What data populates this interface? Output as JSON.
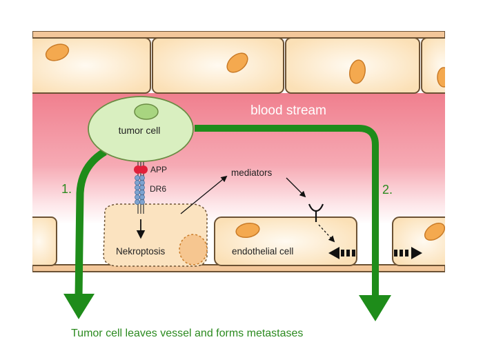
{
  "labels": {
    "blood_stream": "blood stream",
    "tumor_cell": "tumor cell",
    "app": "APP",
    "dr6": "DR6",
    "mediators": "mediators",
    "nekroptosis": "Nekroptosis",
    "endothelial_cell": "endothelial cell",
    "path_1": "1.",
    "path_2": "2.",
    "caption": "Tumor cell leaves vessel and forms metastases"
  },
  "colors": {
    "cell_fill": "#fbe0b6",
    "cell_stroke": "#6b5133",
    "nucleus_fill": "#f4a94f",
    "nucleus_stroke": "#c97b28",
    "blood_stream": "#f07f8e",
    "tumor_fill": "#d9efc0",
    "tumor_stroke": "#6a8c43",
    "arrow_green": "#1e8c1a",
    "caption_green": "#2b8a1f",
    "label_white": "#ffffff",
    "app_red": "#e1203a",
    "dr6_blue": "#7ea3cf"
  },
  "icons": {
    "receptor": "y-receptor-icon",
    "dashed_arrow": "dashed-arrow-icon"
  }
}
